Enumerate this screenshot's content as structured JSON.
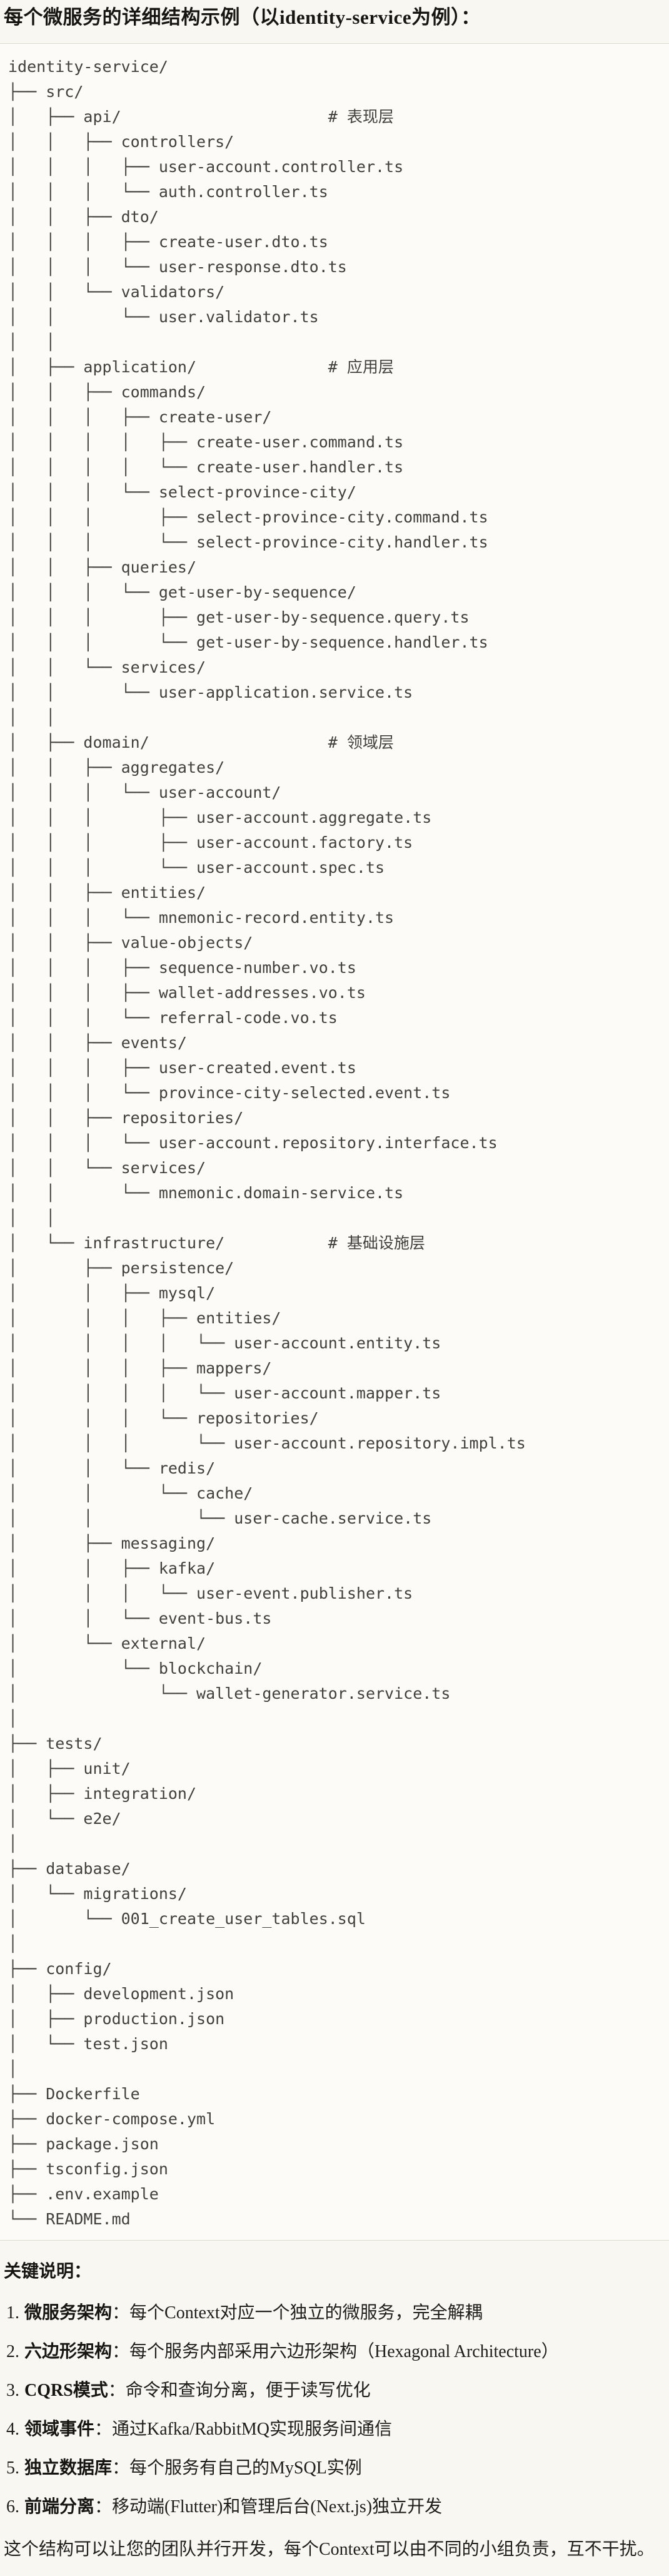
{
  "page": {
    "title": "每个微服务的详细结构示例（以identity-service为例）：",
    "colors": {
      "page_bg": "#F9F7F2",
      "code_bg": "#FCFBF8",
      "code_border": "#DCD9CF",
      "heading_text": "#161511",
      "body_text": "#1F1E1A",
      "code_text": "#41403B"
    }
  },
  "tree": {
    "lines": [
      "identity-service/",
      "├── src/",
      "│   ├── api/                      # 表现层",
      "│   │   ├── controllers/",
      "│   │   │   ├── user-account.controller.ts",
      "│   │   │   └── auth.controller.ts",
      "│   │   ├── dto/",
      "│   │   │   ├── create-user.dto.ts",
      "│   │   │   └── user-response.dto.ts",
      "│   │   └── validators/",
      "│   │       └── user.validator.ts",
      "│   │",
      "│   ├── application/              # 应用层",
      "│   │   ├── commands/",
      "│   │   │   ├── create-user/",
      "│   │   │   │   ├── create-user.command.ts",
      "│   │   │   │   └── create-user.handler.ts",
      "│   │   │   └── select-province-city/",
      "│   │   │       ├── select-province-city.command.ts",
      "│   │   │       └── select-province-city.handler.ts",
      "│   │   ├── queries/",
      "│   │   │   └── get-user-by-sequence/",
      "│   │   │       ├── get-user-by-sequence.query.ts",
      "│   │   │       └── get-user-by-sequence.handler.ts",
      "│   │   └── services/",
      "│   │       └── user-application.service.ts",
      "│   │",
      "│   ├── domain/                   # 领域层",
      "│   │   ├── aggregates/",
      "│   │   │   └── user-account/",
      "│   │   │       ├── user-account.aggregate.ts",
      "│   │   │       ├── user-account.factory.ts",
      "│   │   │       └── user-account.spec.ts",
      "│   │   ├── entities/",
      "│   │   │   └── mnemonic-record.entity.ts",
      "│   │   ├── value-objects/",
      "│   │   │   ├── sequence-number.vo.ts",
      "│   │   │   ├── wallet-addresses.vo.ts",
      "│   │   │   └── referral-code.vo.ts",
      "│   │   ├── events/",
      "│   │   │   ├── user-created.event.ts",
      "│   │   │   └── province-city-selected.event.ts",
      "│   │   ├── repositories/",
      "│   │   │   └── user-account.repository.interface.ts",
      "│   │   └── services/",
      "│   │       └── mnemonic.domain-service.ts",
      "│   │",
      "│   └── infrastructure/           # 基础设施层",
      "│       ├── persistence/",
      "│       │   ├── mysql/",
      "│       │   │   ├── entities/",
      "│       │   │   │   └── user-account.entity.ts",
      "│       │   │   ├── mappers/",
      "│       │   │   │   └── user-account.mapper.ts",
      "│       │   │   └── repositories/",
      "│       │   │       └── user-account.repository.impl.ts",
      "│       │   └── redis/",
      "│       │       └── cache/",
      "│       │           └── user-cache.service.ts",
      "│       ├── messaging/",
      "│       │   ├── kafka/",
      "│       │   │   └── user-event.publisher.ts",
      "│       │   └── event-bus.ts",
      "│       └── external/",
      "│           └── blockchain/",
      "│               └── wallet-generator.service.ts",
      "│",
      "├── tests/",
      "│   ├── unit/",
      "│   ├── integration/",
      "│   └── e2e/",
      "│",
      "├── database/",
      "│   └── migrations/",
      "│       └── 001_create_user_tables.sql",
      "│",
      "├── config/",
      "│   ├── development.json",
      "│   ├── production.json",
      "│   └── test.json",
      "│",
      "├── Dockerfile",
      "├── docker-compose.yml",
      "├── package.json",
      "├── tsconfig.json",
      "├── .env.example",
      "└── README.md"
    ]
  },
  "notes": {
    "heading": "关键说明：",
    "items": [
      {
        "num": "1.",
        "label": "微服务架构",
        "rest": "：每个Context对应一个独立的微服务，完全解耦"
      },
      {
        "num": "2.",
        "label": "六边形架构",
        "rest": "：每个服务内部采用六边形架构（Hexagonal Architecture）"
      },
      {
        "num": "3.",
        "label": "CQRS模式",
        "rest": "：命令和查询分离，便于读写优化"
      },
      {
        "num": "4.",
        "label": "领域事件",
        "rest": "：通过Kafka/RabbitMQ实现服务间通信"
      },
      {
        "num": "5.",
        "label": "独立数据库",
        "rest": "：每个服务有自己的MySQL实例"
      },
      {
        "num": "6.",
        "label": "前端分离",
        "rest": "：移动端(Flutter)和管理后台(Next.js)独立开发"
      }
    ],
    "footer": "这个结构可以让您的团队并行开发，每个Context可以由不同的小组负责，互不干扰。"
  }
}
